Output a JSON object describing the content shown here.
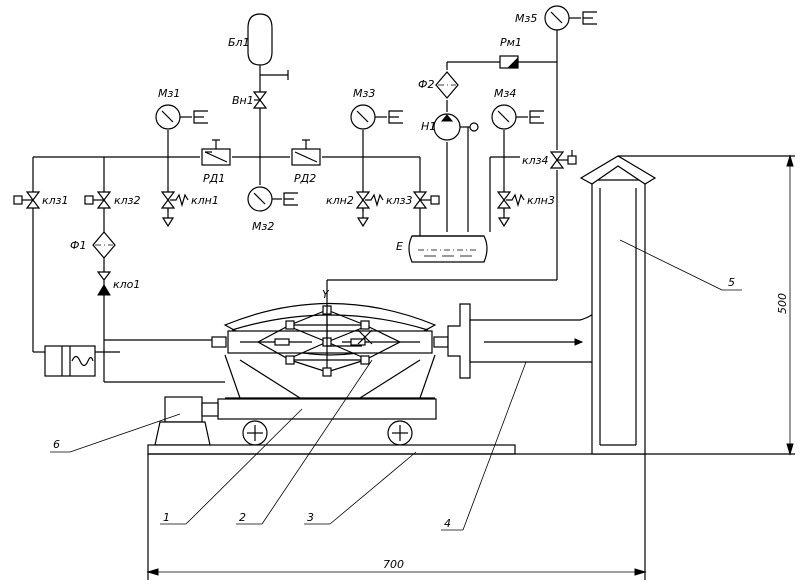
{
  "labels": {
    "bl1": "Бл1",
    "vn1": "Вн1",
    "mz1": "Мз1",
    "mz2": "Мз2",
    "mz3": "Мз3",
    "mz4": "Мз4",
    "mz5": "Мз5",
    "rd1": "РД1",
    "rd2": "РД2",
    "rm1": "Рм1",
    "f1": "Ф1",
    "f2": "Ф2",
    "n1": "Н1",
    "e": "Е",
    "klz1": "клз1",
    "klz2": "клз2",
    "klz3": "клз3",
    "klz4": "клз4",
    "kln1": "клн1",
    "kln2": "клн2",
    "kln3": "клн3",
    "klo1": "клo1",
    "y_axis": "Y",
    "c1": "1",
    "c2": "2",
    "c3": "3",
    "c4": "4",
    "c5": "5",
    "c6": "6"
  },
  "dimensions": {
    "width": "700",
    "height": "500"
  }
}
